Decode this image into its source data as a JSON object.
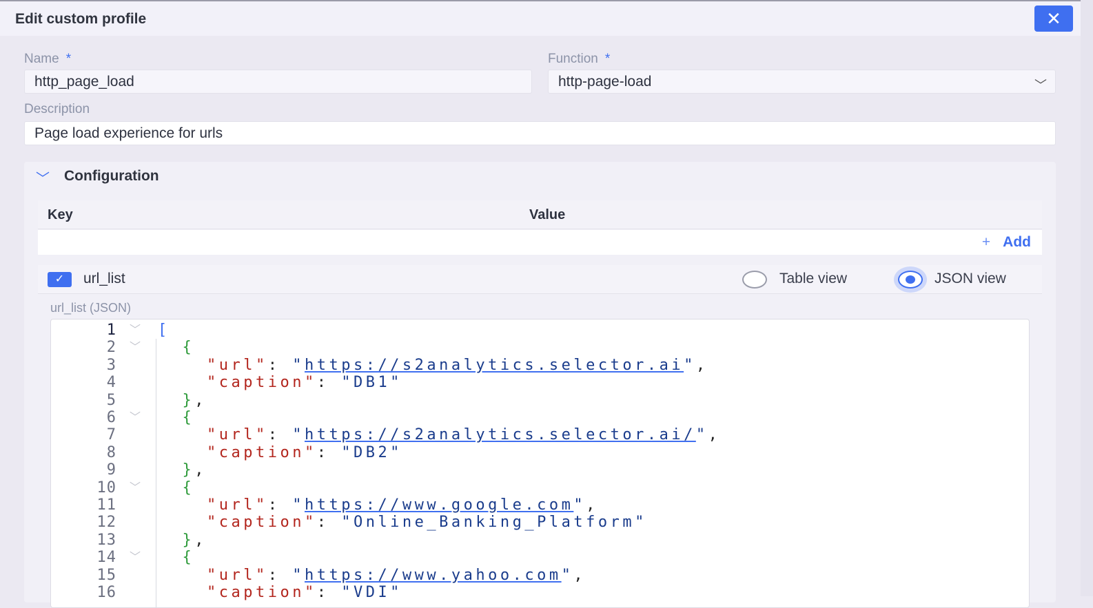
{
  "dialog": {
    "title": "Edit custom profile",
    "close_icon": "close-icon"
  },
  "form": {
    "name_label": "Name",
    "name_required": "*",
    "name_value": "http_page_load",
    "function_label": "Function",
    "function_required": "*",
    "function_value": "http-page-load",
    "description_label": "Description",
    "description_value": "Page load experience for urls"
  },
  "configuration": {
    "title": "Configuration",
    "columns": {
      "key": "Key",
      "value": "Value"
    },
    "add_label": "Add",
    "param": {
      "name": "url_list",
      "checked": true,
      "table_view_label": "Table view",
      "json_view_label": "JSON view",
      "selected_view": "JSON view",
      "json_label": "url_list (JSON)"
    }
  },
  "colors": {
    "accent": "#3f6ff0",
    "key": "#b3261e",
    "brace": "#2e9a3a"
  },
  "editor": {
    "lines": [
      {
        "n": "1",
        "fold": true,
        "tokens": [
          [
            "br",
            "["
          ]
        ]
      },
      {
        "n": "2",
        "fold": true,
        "tokens": [
          [
            "p",
            "  "
          ],
          [
            "cb",
            "{"
          ]
        ]
      },
      {
        "n": "3",
        "tokens": [
          [
            "p",
            "    "
          ],
          [
            "key",
            "\"url\""
          ],
          [
            "p",
            ": "
          ],
          [
            "str",
            "\""
          ],
          [
            "url",
            "https://s2analytics.selector.ai"
          ],
          [
            "str",
            "\""
          ],
          [
            "p",
            ","
          ]
        ]
      },
      {
        "n": "4",
        "tokens": [
          [
            "p",
            "    "
          ],
          [
            "key",
            "\"caption\""
          ],
          [
            "p",
            ": "
          ],
          [
            "str",
            "\"DB1\""
          ]
        ]
      },
      {
        "n": "5",
        "tokens": [
          [
            "p",
            "  "
          ],
          [
            "cb",
            "}"
          ],
          [
            "p",
            ","
          ]
        ]
      },
      {
        "n": "6",
        "fold": true,
        "tokens": [
          [
            "p",
            "  "
          ],
          [
            "cb",
            "{"
          ]
        ]
      },
      {
        "n": "7",
        "tokens": [
          [
            "p",
            "    "
          ],
          [
            "key",
            "\"url\""
          ],
          [
            "p",
            ": "
          ],
          [
            "str",
            "\""
          ],
          [
            "url",
            "https://s2analytics.selector.ai/"
          ],
          [
            "str",
            "\""
          ],
          [
            "p",
            ","
          ]
        ]
      },
      {
        "n": "8",
        "tokens": [
          [
            "p",
            "    "
          ],
          [
            "key",
            "\"caption\""
          ],
          [
            "p",
            ": "
          ],
          [
            "str",
            "\"DB2\""
          ]
        ]
      },
      {
        "n": "9",
        "tokens": [
          [
            "p",
            "  "
          ],
          [
            "cb",
            "}"
          ],
          [
            "p",
            ","
          ]
        ]
      },
      {
        "n": "10",
        "fold": true,
        "tokens": [
          [
            "p",
            "  "
          ],
          [
            "cb",
            "{"
          ]
        ]
      },
      {
        "n": "11",
        "tokens": [
          [
            "p",
            "    "
          ],
          [
            "key",
            "\"url\""
          ],
          [
            "p",
            ": "
          ],
          [
            "str",
            "\""
          ],
          [
            "url",
            "https://www.google.com"
          ],
          [
            "str",
            "\""
          ],
          [
            "p",
            ","
          ]
        ]
      },
      {
        "n": "12",
        "tokens": [
          [
            "p",
            "    "
          ],
          [
            "key",
            "\"caption\""
          ],
          [
            "p",
            ": "
          ],
          [
            "str",
            "\"Online_Banking_Platform\""
          ]
        ]
      },
      {
        "n": "13",
        "tokens": [
          [
            "p",
            "  "
          ],
          [
            "cb",
            "}"
          ],
          [
            "p",
            ","
          ]
        ]
      },
      {
        "n": "14",
        "fold": true,
        "tokens": [
          [
            "p",
            "  "
          ],
          [
            "cb",
            "{"
          ]
        ]
      },
      {
        "n": "15",
        "tokens": [
          [
            "p",
            "    "
          ],
          [
            "key",
            "\"url\""
          ],
          [
            "p",
            ": "
          ],
          [
            "str",
            "\""
          ],
          [
            "url",
            "https://www.yahoo.com"
          ],
          [
            "str",
            "\""
          ],
          [
            "p",
            ","
          ]
        ]
      },
      {
        "n": "16",
        "tokens": [
          [
            "p",
            "    "
          ],
          [
            "key",
            "\"caption\""
          ],
          [
            "p",
            ": "
          ],
          [
            "str",
            "\"VDI\""
          ]
        ]
      }
    ]
  }
}
